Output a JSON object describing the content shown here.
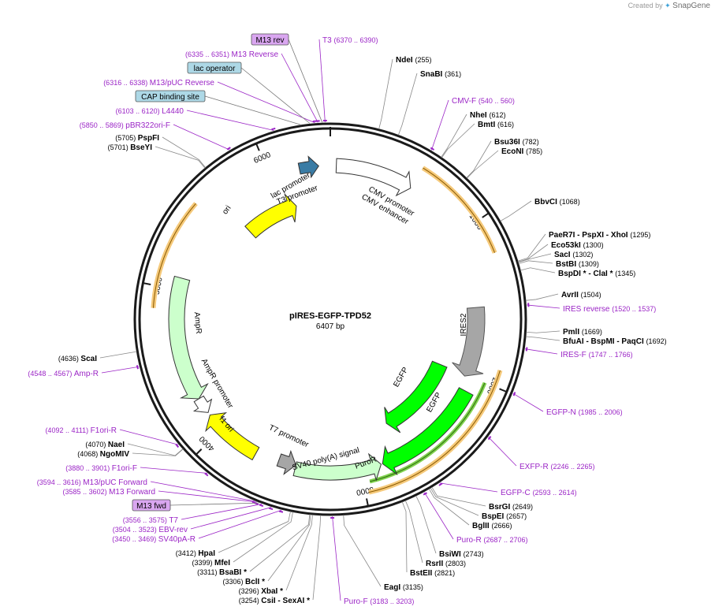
{
  "credit": {
    "prefix": "Created by",
    "brand": "SnapGene"
  },
  "plasmid": {
    "name": "pIRES-EGFP-TPD52",
    "size": "6407 bp",
    "length": 6407
  },
  "ticks": [
    "1000",
    "2000",
    "3000",
    "4000",
    "5000",
    "6000"
  ],
  "enzymes": [
    {
      "name": "NdeI",
      "pos": "(255)"
    },
    {
      "name": "SnaBI",
      "pos": "(361)"
    },
    {
      "name": "NheI",
      "pos": "(612)"
    },
    {
      "name": "BmtI",
      "pos": "(616)"
    },
    {
      "name": "Bsu36I",
      "pos": "(782)"
    },
    {
      "name": "EcoNI",
      "pos": "(785)"
    },
    {
      "name": "BbvCI",
      "pos": "(1068)"
    },
    {
      "name": "PaeR7I - PspXI - XhoI",
      "pos": "(1295)"
    },
    {
      "name": "Eco53kI",
      "pos": "(1300)"
    },
    {
      "name": "SacI",
      "pos": "(1302)"
    },
    {
      "name": "BstBI",
      "pos": "(1309)"
    },
    {
      "name": "BspDI * - ClaI *",
      "pos": "(1345)"
    },
    {
      "name": "AvrII",
      "pos": "(1504)"
    },
    {
      "name": "PmlI",
      "pos": "(1669)"
    },
    {
      "name": "BfuAI - BspMI - PaqCI",
      "pos": "(1692)"
    },
    {
      "name": "BsrGI",
      "pos": "(2649)"
    },
    {
      "name": "BspEI",
      "pos": "(2657)"
    },
    {
      "name": "BglII",
      "pos": "(2666)"
    },
    {
      "name": "BsiWI",
      "pos": "(2743)"
    },
    {
      "name": "RsrII",
      "pos": "(2803)"
    },
    {
      "name": "BstEII",
      "pos": "(2821)"
    },
    {
      "name": "EagI",
      "pos": "(3135)"
    },
    {
      "name": "CsiI - SexAI *",
      "pos": "(3254)"
    },
    {
      "name": "XbaI *",
      "pos": "(3296)"
    },
    {
      "name": "BclI *",
      "pos": "(3306)"
    },
    {
      "name": "BsaBI *",
      "pos": "(3311)"
    },
    {
      "name": "MfeI",
      "pos": "(3399)"
    },
    {
      "name": "HpaI",
      "pos": "(3412)"
    },
    {
      "name": "NgoMIV",
      "pos": "(4068)"
    },
    {
      "name": "NaeI",
      "pos": "(4070)"
    },
    {
      "name": "ScaI",
      "pos": "(4636)"
    },
    {
      "name": "BseYI",
      "pos": "(5701)"
    },
    {
      "name": "PspFI",
      "pos": "(5705)"
    }
  ],
  "primers": [
    {
      "name": "T3",
      "range": "(6370 .. 6390)"
    },
    {
      "name": "M13 Reverse",
      "range": "(6335 .. 6351)"
    },
    {
      "name": "M13/pUC Reverse",
      "range": "(6316 .. 6338)"
    },
    {
      "name": "L4440",
      "range": "(6103 .. 6120)"
    },
    {
      "name": "pBR322ori-F",
      "range": "(5850 .. 5869)"
    },
    {
      "name": "CMV-F",
      "range": "(540 .. 560)"
    },
    {
      "name": "IRES reverse",
      "range": "(1520 .. 1537)"
    },
    {
      "name": "IRES-F",
      "range": "(1747 .. 1766)"
    },
    {
      "name": "EGFP-N",
      "range": "(1985 .. 2006)"
    },
    {
      "name": "EXFP-R",
      "range": "(2246 .. 2265)"
    },
    {
      "name": "EGFP-C",
      "range": "(2593 .. 2614)"
    },
    {
      "name": "Puro-R",
      "range": "(2687 .. 2706)"
    },
    {
      "name": "Puro-F",
      "range": "(3183 .. 3203)"
    },
    {
      "name": "F1ori-R",
      "range": "(4092 .. 4111)"
    },
    {
      "name": "F1ori-F",
      "range": "(3880 .. 3901)"
    },
    {
      "name": "M13/pUC Forward",
      "range": "(3594 .. 3616)"
    },
    {
      "name": "M13 Forward",
      "range": "(3585 .. 3602)"
    },
    {
      "name": "T7",
      "range": "(3556 .. 3575)"
    },
    {
      "name": "EBV-rev",
      "range": "(3504 .. 3523)"
    },
    {
      "name": "SV40pA-R",
      "range": "(3450 .. 3469)"
    },
    {
      "name": "Amp-R",
      "range": "(4548 .. 4567)"
    }
  ],
  "boxed": {
    "m13rev": "M13 rev",
    "lacop": "lac operator",
    "cap": "CAP binding site",
    "m13fwd": "M13 fwd"
  },
  "features": {
    "cmv_promoter": "CMV promoter",
    "cmv_enhancer": "CMV enhancer",
    "lac_promoter": "lac promoter",
    "t3_promoter": "T3 promoter",
    "ori": "ori",
    "ires2": "IRES2",
    "egfp_a": "EGFP",
    "egfp_b": "EGFP",
    "puror": "PuroR",
    "sv40": "SV40 poly(A) signal",
    "t7_promoter": "T7 promoter",
    "f1ori": "f1 ori",
    "ampr_promoter": "AmpR promoter",
    "ampr": "AmpR"
  },
  "colors": {
    "backbone": "#1a1a1a",
    "enzyme_label": "#000000",
    "primer": "#9b25c6",
    "ori": "#ffff00",
    "ampr": "#ccffcc",
    "egfp": "#00ff00",
    "ires": "#a6a6a6",
    "orange_arc": "#f5c97a",
    "green_arc": "#7fd24d",
    "boxed_blue": "#add8e6",
    "boxed_purple": "#d9a6f0"
  }
}
